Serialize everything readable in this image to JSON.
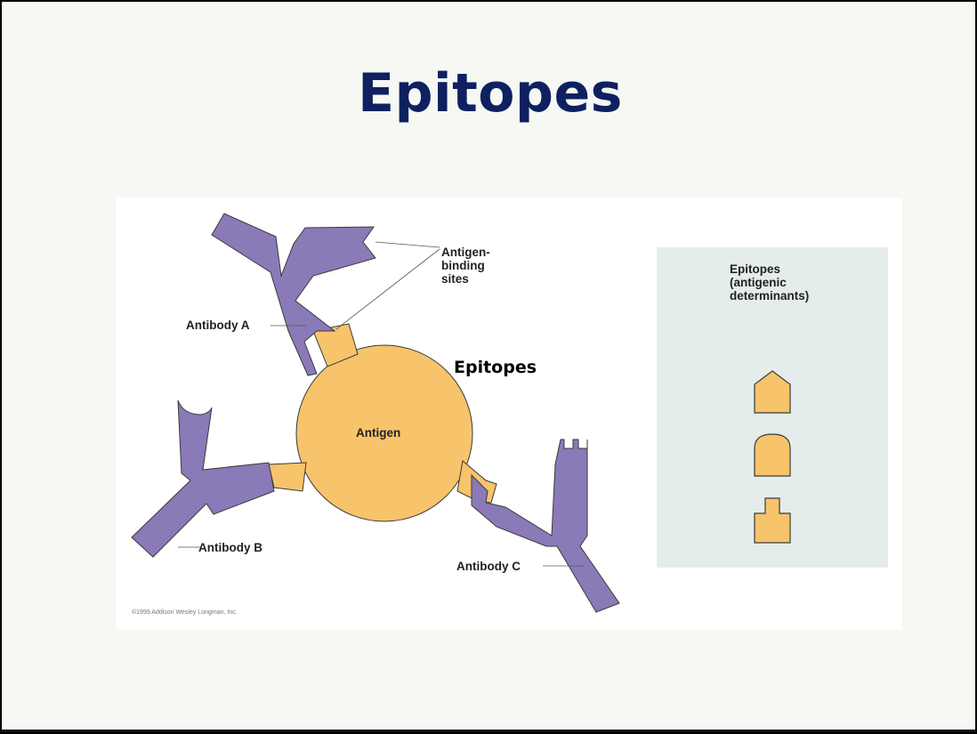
{
  "slide": {
    "title": "Epitopes"
  },
  "figure": {
    "labels": {
      "antigen_binding_sites": "Antigen-\nbinding\nsites",
      "antibody_a": "Antibody A",
      "antibody_b": "Antibody B",
      "antibody_c": "Antibody C",
      "antigen": "Antigen",
      "epitopes_overlay": "Epitopes",
      "panel_title": "Epitopes\n(antigenic\ndeterminants)"
    },
    "credit": "©1999 Addison Wesley Longman, Inc.",
    "colors": {
      "antibody": "#8a7ab8",
      "antigen": "#f7c46b",
      "outline": "#3a3a3a",
      "panel": "#e4edec",
      "title": "#0f2060"
    }
  }
}
